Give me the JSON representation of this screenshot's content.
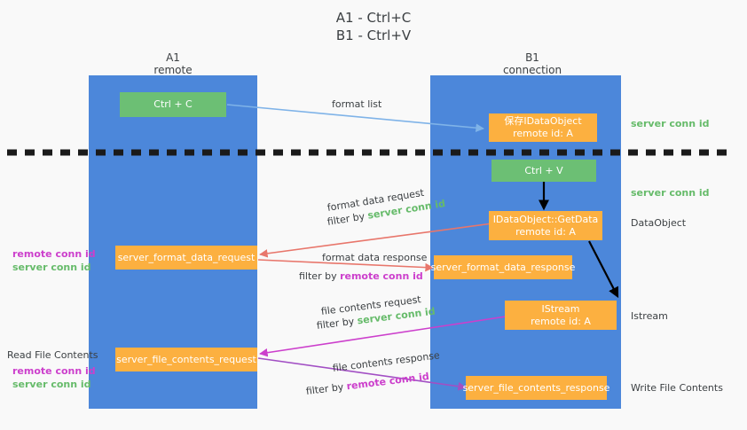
{
  "title": {
    "line1": "A1 - Ctrl+C",
    "line2": "B1 - Ctrl+V"
  },
  "colors": {
    "lane": "#4c87da",
    "green_box": "#6cbf74",
    "orange_box": "#fcb040",
    "server_conn": "#66bb6a",
    "remote_conn": "#cc3fcc",
    "blue_arrow": "#7fb3e8",
    "red_arrow": "#e8766b",
    "magenta_arrow": "#cc3fcc",
    "purple_arrow": "#a24fc4",
    "black_arrow": "#000000",
    "background": "#f9f9f9"
  },
  "lanes": [
    {
      "id": "a1",
      "name": "A1",
      "sub": "remote"
    },
    {
      "id": "b1",
      "name": "B1",
      "sub": "connection"
    }
  ],
  "boxes": [
    {
      "id": "ctrl-c",
      "kind": "green",
      "line1": "Ctrl + C",
      "line2": ""
    },
    {
      "id": "save-idataobject",
      "kind": "orange",
      "line1": "保存IDataObject",
      "line2": "remote id: A"
    },
    {
      "id": "ctrl-v",
      "kind": "green",
      "line1": "Ctrl + V",
      "line2": ""
    },
    {
      "id": "idataobject-getdata",
      "kind": "orange",
      "line1": "IDataObject::GetData",
      "line2": "remote id: A"
    },
    {
      "id": "server-format-data-request",
      "kind": "orange",
      "line1": "server_format_data_request",
      "line2": ""
    },
    {
      "id": "server-format-data-response",
      "kind": "orange",
      "line1": "server_format_data_response",
      "line2": ""
    },
    {
      "id": "istream",
      "kind": "orange",
      "line1": "IStream",
      "line2": "remote id: A"
    },
    {
      "id": "server-file-contents-request",
      "kind": "orange",
      "line1": "server_file_contents_request",
      "line2": ""
    },
    {
      "id": "server-file-contents-response",
      "kind": "orange",
      "line1": "server_file_contents_response",
      "line2": ""
    }
  ],
  "edge_labels": {
    "format_list": "format list",
    "format_data_request": "format data request",
    "format_data_request_filter_prefix": "filter by ",
    "format_data_request_filter_key": "server conn id",
    "format_data_response": "format data response",
    "format_data_response_filter_prefix": "filter by ",
    "format_data_response_filter_key": "remote conn id",
    "file_contents_request": "file contents request",
    "file_contents_request_filter_prefix": "filter by ",
    "file_contents_request_filter_key": "server conn id",
    "file_contents_response": "file contents response",
    "file_contents_response_filter_prefix": "filter by ",
    "file_contents_response_filter_key": "remote conn id"
  },
  "right_labels": [
    {
      "id": "server-conn-id-top",
      "text": "server conn id",
      "style": "green"
    },
    {
      "id": "server-conn-id-second",
      "text": "server conn id",
      "style": "green"
    },
    {
      "id": "dataobject",
      "text": "DataObject",
      "style": "plain"
    },
    {
      "id": "istream-label",
      "text": "Istream",
      "style": "plain"
    },
    {
      "id": "write-file-contents",
      "text": "Write File Contents",
      "style": "plain"
    }
  ],
  "left_labels": [
    {
      "id": "left-conn-ids-1-remote",
      "text": "remote conn id",
      "style": "purple"
    },
    {
      "id": "left-conn-ids-1-server",
      "text": "server conn id",
      "style": "green"
    },
    {
      "id": "read-file-contents",
      "text": "Read File Contents",
      "style": "plain"
    },
    {
      "id": "left-conn-ids-2-remote",
      "text": "remote conn id",
      "style": "purple"
    },
    {
      "id": "left-conn-ids-2-server",
      "text": "server conn id",
      "style": "green"
    }
  ]
}
